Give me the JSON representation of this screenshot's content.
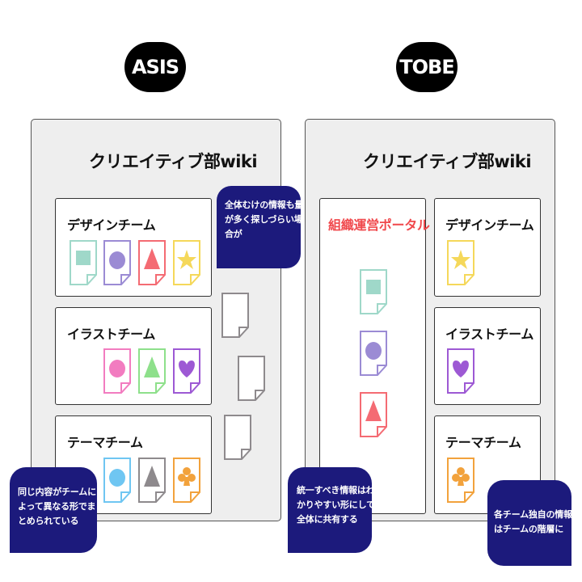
{
  "asis": {
    "tag": "ASIS",
    "title": "クリエイティブ部wiki",
    "teams": [
      {
        "name": "デザインチーム"
      },
      {
        "name": "イラストチーム"
      },
      {
        "name": "テーマチーム"
      }
    ],
    "bubble_right": [
      "全体むけの情報も量",
      "が多く探しづらい場",
      "合が"
    ],
    "bubble_left": [
      "同じ内容がチームに",
      "よって異なる形でま",
      "とめられている"
    ]
  },
  "tobe": {
    "tag": "TOBE",
    "title": "クリエイティブ部wiki",
    "portal": "組織運営ポータル",
    "teams": [
      {
        "name": "デザインチーム"
      },
      {
        "name": "イラストチーム"
      },
      {
        "name": "テーマチーム"
      }
    ],
    "bubble_left": [
      "統一すべき情報はわ",
      "かりやすい形にして",
      "全体に共有する"
    ],
    "bubble_right": [
      "各チーム独自の情報",
      "はチームの階層に"
    ]
  },
  "colors": {
    "teal": "#9fd8c9",
    "purple": "#9b8bd4",
    "red": "#f46b73",
    "yellow": "#f5d85a",
    "pink": "#f27cc0",
    "green": "#8ee08b",
    "violet": "#9d59d4",
    "blue": "#6fc6f2",
    "gray": "#8e8a8d",
    "orange": "#f2a23c",
    "navy": "#1c1a7c",
    "portal_red": "#f0484c"
  },
  "icons": {
    "docs": [
      "square-doc-icon",
      "circle-doc-icon",
      "triangle-doc-icon",
      "star-doc-icon",
      "heart-doc-icon",
      "club-doc-icon",
      "blank-doc-icon"
    ]
  }
}
